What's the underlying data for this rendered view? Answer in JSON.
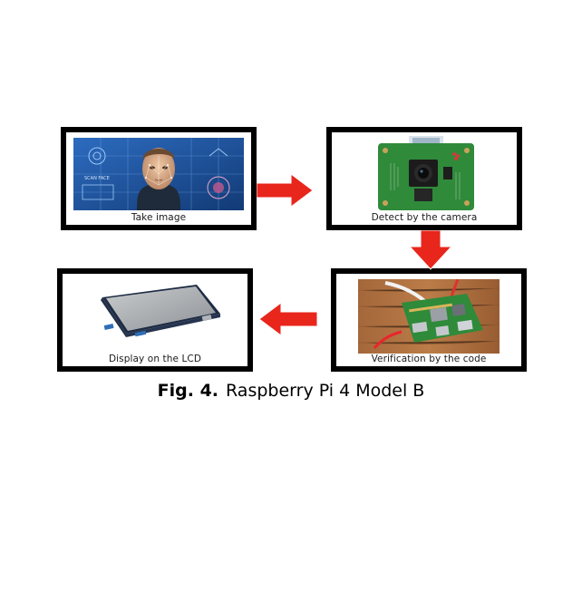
{
  "panels": [
    {
      "label": "Take image"
    },
    {
      "label": "Detect by the camera"
    },
    {
      "label": "Verification by the code"
    },
    {
      "label": "Display on the LCD"
    }
  ],
  "art_text": {
    "scan_face": "SCAN FACE"
  },
  "caption": {
    "figure_number": "Fig. 4.",
    "text": "Raspberry Pi 4 Model B"
  },
  "colors": {
    "frame": "#000000",
    "arrow": "#e8261c",
    "pcb_green": "#2f8a3a",
    "face_bg": "#1b4f95"
  },
  "icons": [
    "face-scan-photo",
    "camera-module-photo",
    "raspberry-pi-board-photo",
    "lcd-screen-photo",
    "right-arrow",
    "down-arrow",
    "left-arrow"
  ]
}
